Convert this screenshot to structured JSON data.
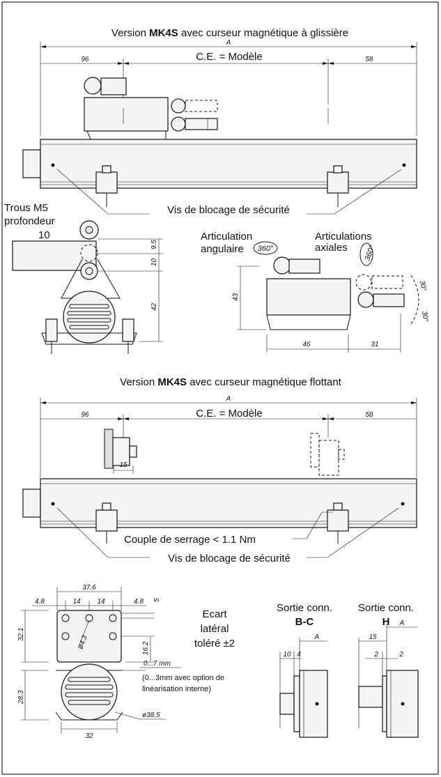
{
  "section1": {
    "title_pre": "Version ",
    "title_bold": "MK4S",
    "title_post": " avec curseur magnétique à glissière",
    "dim_A": "A",
    "dim_left": "96",
    "dim_right": "58",
    "ce": "C.E. = Modèle",
    "vis": "Vis de blocage de sécurité"
  },
  "side_view": {
    "trous_line1": "Trous M5",
    "trous_line2": "profondeur",
    "trous_line3": "10",
    "dim_9_5": "9.5",
    "dim_10": "10",
    "dim_42": "42"
  },
  "articulation_view": {
    "angular_line1": "Articulation",
    "angular_line2": "angulaire",
    "axial_line1": "Articulations",
    "axial_line2": "axiales",
    "rot1": "360°",
    "rot2": "360°",
    "dim_43": "43",
    "dim_46": "46",
    "dim_31": "31",
    "angle_up": "30°",
    "angle_down": "30°"
  },
  "section2": {
    "title_pre": "Version ",
    "title_bold": "MK4S",
    "title_post": " avec curseur magnétique flottant",
    "dim_A": "A",
    "dim_left": "96",
    "dim_right": "58",
    "ce": "C.E. = Modèle",
    "dim_15": "15",
    "couple": "Couple de serrage < 1.1 Nm",
    "vis": "Vis de blocage de sécurité"
  },
  "bottom_left": {
    "dim_37_6": "37.6",
    "dim_4_8a": "4.8",
    "dim_14a": "14",
    "dim_14b": "14",
    "dim_4_8b": "4.8",
    "dim_5": "5",
    "dim_32_1": "32.1",
    "dim_4_3": "ø4.3",
    "dim_16_2": "16.2",
    "dim_28_3": "28.3",
    "dim_0_7": "0...7  mm",
    "note_line1": "(0...3mm avec option de",
    "note_line2": "linéarisation interne)",
    "dim_38_5": "ø38.5",
    "dim_32": "32",
    "ecart_line1": "Ecart",
    "ecart_line2": "latéral",
    "ecart_line3": "toléré ±2"
  },
  "outputs": {
    "left_label_line1": "Sortie conn.",
    "left_label_line2": "B-C",
    "right_label_line1": "Sortie conn.",
    "right_label_line2": "H",
    "left_A": "A",
    "left_10": "10",
    "left_4": "4",
    "right_A": "A",
    "right_15": "15",
    "right_2a": "2",
    "right_2b": "2"
  }
}
